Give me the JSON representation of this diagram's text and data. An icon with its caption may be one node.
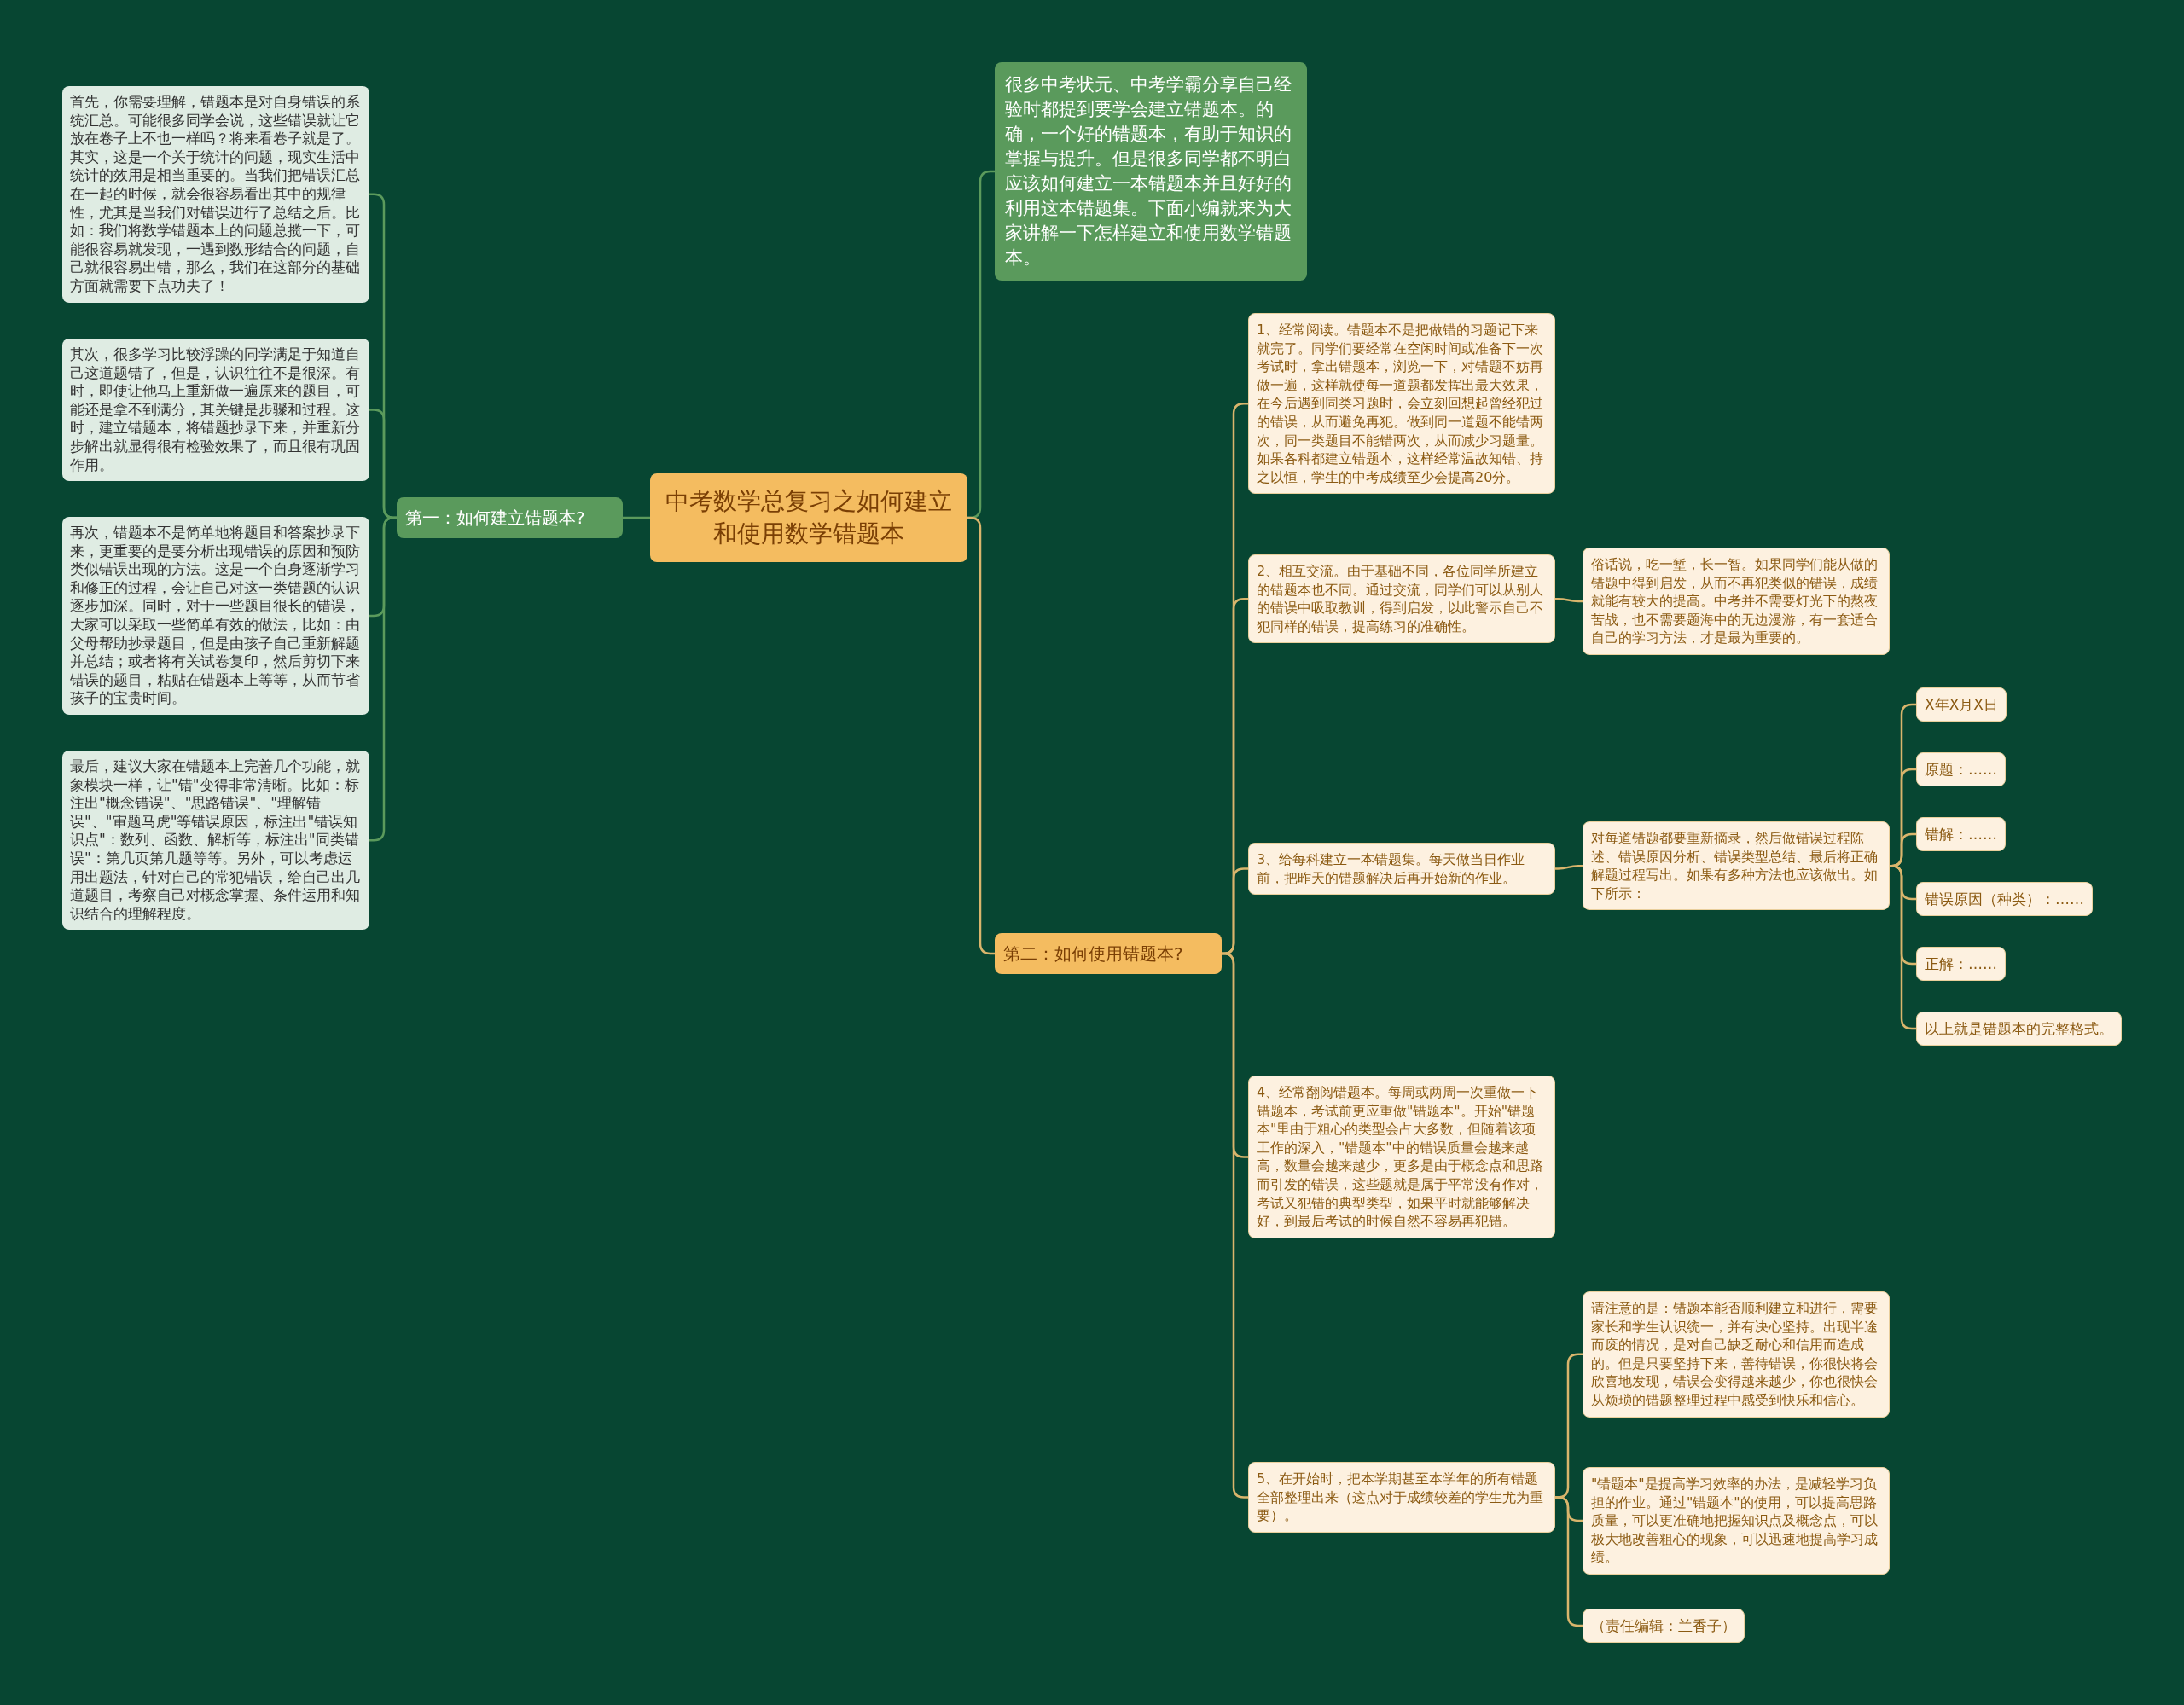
{
  "diagram": {
    "nodes": [
      {
        "text": [
          "中考数学总复习之如何建立和使用数学错题本"
        ]
      },
      {
        "text": [
          "第一：如何建立错题本?"
        ]
      },
      {
        "text": [
          "首先，你需要理解，错题本是对自身错误的系统汇总。可能很多同学会说，这些错误就让它放在卷子上不也一样吗？将来看卷子就是了。其实，这是一个关于统计的问题，现实生活中统计的效用是相当重要的。当我们把错误汇总在一起的时候，就会很容易看出其中的规律性，尤其是当我们对错误进行了总结之后。比如：我们将数学错题本上的问题总揽一下，可能很容易就发现，一遇到数形结合的问题，自己就很容易出错，那么，我们在这部分的基础方面就需要下点功夫了！"
        ]
      },
      {
        "text": [
          "其次，很多学习比较浮躁的同学满足于知道自己这道题错了，但是，认识往往不是很深。有时，即使让他马上重新做一遍原来的题目，可能还是拿不到满分，其关键是步骤和过程。这时，建立错题本，将错题抄录下来，并重新分步解出就显得很有检验效果了，而且很有巩固作用。"
        ]
      },
      {
        "text": [
          "再次，错题本不是简单地将题目和答案抄录下来，更重要的是要分析出现错误的原因和预防类似错误出现的方法。这是一个自身逐渐学习和修正的过程，会让自己对这一类错题的认识逐步加深。同时，对于一些题目很长的错误，大家可以采取一些简单有效的做法，比如：由父母帮助抄录题目，但是由孩子自己重新解题并总结；或者将有关试卷复印，然后剪切下来错误的题目，粘贴在错题本上等等，从而节省孩子的宝贵时间。"
        ]
      },
      {
        "text": [
          "最后，建议大家在错题本上完善几个功能，就象模块一样，让\"错\"变得非常清晰。比如：标注出\"概念错误\"、\"思路错误\"、\"理解错误\"、\"审题马虎\"等错误原因，标注出\"错误知识点\"：数列、函数、解析等，标注出\"同类错误\"：第几页第几题等等。另外，可以考虑运用出题法，针对自己的常犯错误，给自己出几道题目，考察自己对概念掌握、条件运用和知识结合的理解程度。"
        ]
      },
      {
        "text": [
          "很多中考状元、中考学霸分享自己经验时都提到要学会建立错题本。的确，一个好的错题本，有助于知识的掌握与提升。但是很多同学都不明白应该如何建立一本错题本并且好好的利用这本错题集。下面小编就来为大家讲解一下怎样建立和使用数学错题本。"
        ]
      },
      {
        "text": [
          "第二：如何使用错题本?"
        ]
      },
      {
        "text": [
          "1、经常阅读。错题本不是把做错的习题记下来就完了。同学们要经常在空闲时间或准备下一次考试时，拿出错题本，浏览一下，对错题不妨再做一遍，这样就使每一道题都发挥出最大效果，在今后遇到同类习题时，会立刻回想起曾经犯过的错误，从而避免再犯。做到同一道题不能错两次，同一类题目不能错两次，从而减少习题量。如果各科都建立错题本，这样经常温故知错、持之以恒，学生的中考成绩至少会提高20分。"
        ]
      },
      {
        "text": [
          "2、相互交流。由于基础不同，各位同学所建立的错题本也不同。通过交流，同学们可以从别人的错误中吸取教训，得到启发，以此警示自己不犯同样的错误，提高练习的准确性。"
        ]
      },
      {
        "text": [
          "俗话说，吃一堑，长一智。如果同学们能从做的错题中得到启发，从而不再犯类似的错误，成绩就能有较大的提高。中考并不需要灯光下的熬夜苦战，也不需要题海中的无边漫游，有一套适合自己的学习方法，才是最为重要的。"
        ]
      },
      {
        "text": [
          "3、给每科建立一本错题集。每天做当日作业前，把昨天的错题解决后再开始新的作业。"
        ]
      },
      {
        "text": [
          "对每道错题都要重新摘录，然后做错误过程陈述、错误原因分析、错误类型总结、最后将正确解题过程写出。如果有多种方法也应该做出。如下所示："
        ]
      },
      {
        "text": [
          "X年X月X日"
        ]
      },
      {
        "text": [
          "原题：……"
        ]
      },
      {
        "text": [
          "错解：……"
        ]
      },
      {
        "text": [
          "错误原因（种类）：……"
        ]
      },
      {
        "text": [
          "正解：……"
        ]
      },
      {
        "text": [
          "以上就是错题本的完整格式。"
        ]
      },
      {
        "text": [
          "4、经常翻阅错题本。每周或两周一次重做一下错题本，考试前更应重做\"错题本\"。开始\"错题本\"里由于粗心的类型会占大多数，但随着该项工作的深入，\"错题本\"中的错误质量会越来越高，数量会越来越少，更多是由于概念点和思路而引发的错误，这些题就是属于平常没有作对，考试又犯错的典型类型，如果平时就能够解决好，到最后考试的时候自然不容易再犯错。"
        ]
      },
      {
        "text": [
          "5、在开始时，把本学期甚至本学年的所有错题全部整理出来（这点对于成绩较差的学生尤为重要）。"
        ]
      },
      {
        "text": [
          "请注意的是：错题本能否顺利建立和进行，需要家长和学生认识统一，并有决心坚持。出现半途而废的情况，是对自己缺乏耐心和信用而造成的。但是只要坚持下来，善待错误，你很快将会欣喜地发现，错误会变得越来越少，你也很快会从烦琐的错题整理过程中感受到快乐和信心。"
        ]
      },
      {
        "text": [
          "\"错题本\"是提高学习效率的办法，是减轻学习负担的作业。通过\"错题本\"的使用，可以提高思路质量，可以更准确地把握知识点及概念点，可以极大地改善粗心的现象，可以迅速地提高学习成绩。"
        ]
      },
      {
        "text": [
          "（责任编辑：兰香子）"
        ]
      }
    ],
    "edges": [
      {
        "from": 0,
        "to": 1,
        "arrow": "none",
        "color": "#5b9a5c"
      },
      {
        "from": 1,
        "to": 2,
        "arrow": "none",
        "color": "#5b9a5c"
      },
      {
        "from": 1,
        "to": 3,
        "arrow": "none",
        "color": "#5b9a5c"
      },
      {
        "from": 1,
        "to": 4,
        "arrow": "none",
        "color": "#5b9a5c"
      },
      {
        "from": 1,
        "to": 5,
        "arrow": "none",
        "color": "#5b9a5c"
      },
      {
        "from": 0,
        "to": 6,
        "arrow": "none",
        "color": "#5b9a5c"
      },
      {
        "from": 0,
        "to": 7,
        "arrow": "none"
      },
      {
        "from": 7,
        "to": 8,
        "arrow": "none"
      },
      {
        "from": 7,
        "to": 9,
        "arrow": "none"
      },
      {
        "from": 9,
        "to": 10,
        "arrow": "none"
      },
      {
        "from": 7,
        "to": 11,
        "arrow": "none"
      },
      {
        "from": 11,
        "to": 12,
        "arrow": "none"
      },
      {
        "from": 12,
        "to": 13,
        "arrow": "none"
      },
      {
        "from": 12,
        "to": 14,
        "arrow": "none"
      },
      {
        "from": 12,
        "to": 15,
        "arrow": "none"
      },
      {
        "from": 12,
        "to": 16,
        "arrow": "none"
      },
      {
        "from": 12,
        "to": 17,
        "arrow": "none"
      },
      {
        "from": 12,
        "to": 18,
        "arrow": "none"
      },
      {
        "from": 7,
        "to": 19,
        "arrow": "none"
      },
      {
        "from": 7,
        "to": 20,
        "arrow": "none"
      },
      {
        "from": 20,
        "to": 21,
        "arrow": "none"
      },
      {
        "from": 20,
        "to": 22,
        "arrow": "none"
      },
      {
        "from": 20,
        "to": 23,
        "arrow": "none"
      }
    ]
  }
}
